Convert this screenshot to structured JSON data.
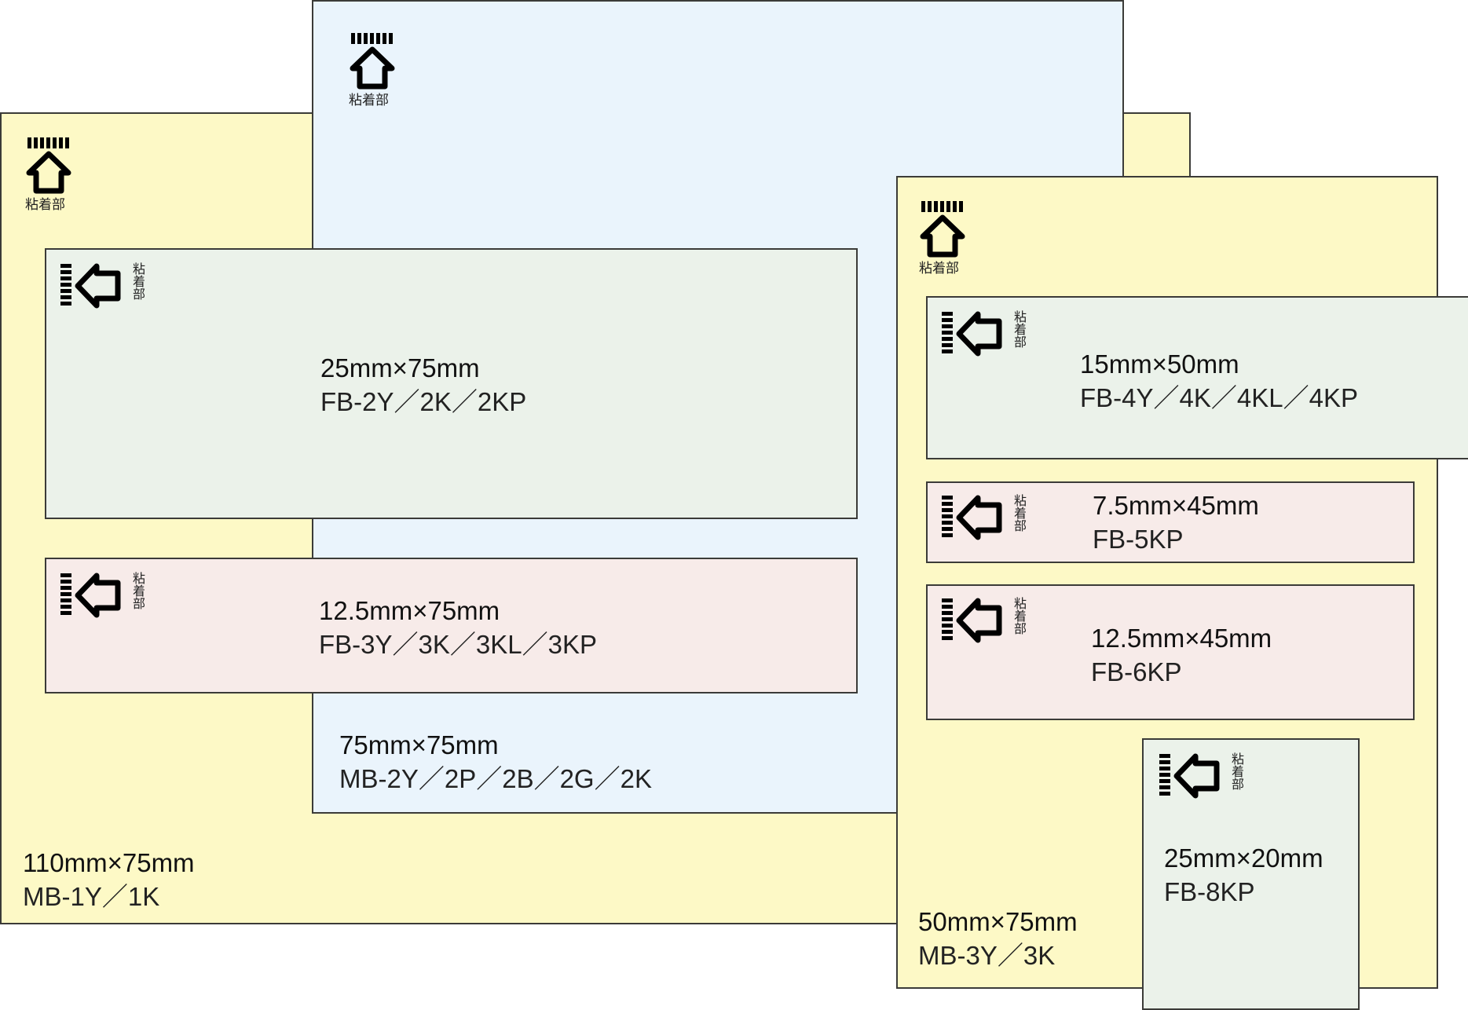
{
  "adhesive_label": "粘着部",
  "colors": {
    "yellow": "#fdf9c6",
    "blue": "#eaf4fc",
    "green": "#ebf2ea",
    "pink": "#f7ebe9",
    "border": "#3b3b38"
  },
  "notes": [
    {
      "id": "mb1",
      "size": "110mm×75mm",
      "model": "MB-1Y／1K",
      "color": "yellow",
      "adhesive_direction": "up"
    },
    {
      "id": "mb2",
      "size": "75mm×75mm",
      "model": "MB-2Y／2P／2B／2G／2K",
      "color": "blue",
      "adhesive_direction": "up"
    },
    {
      "id": "fb2",
      "size": "25mm×75mm",
      "model": "FB-2Y／2K／2KP",
      "color": "green",
      "adhesive_direction": "left"
    },
    {
      "id": "fb3",
      "size": "12.5mm×75mm",
      "model": "FB-3Y／3K／3KL／3KP",
      "color": "pink",
      "adhesive_direction": "left"
    },
    {
      "id": "mb3",
      "size": "50mm×75mm",
      "model": "MB-3Y／3K",
      "color": "yellow",
      "adhesive_direction": "up"
    },
    {
      "id": "fb4",
      "size": "15mm×50mm",
      "model": "FB-4Y／4K／4KL／4KP",
      "color": "green",
      "adhesive_direction": "left"
    },
    {
      "id": "fb5",
      "size": "7.5mm×45mm",
      "model": "FB-5KP",
      "color": "pink",
      "adhesive_direction": "left"
    },
    {
      "id": "fb6",
      "size": "12.5mm×45mm",
      "model": "FB-6KP",
      "color": "pink",
      "adhesive_direction": "left"
    },
    {
      "id": "fb8",
      "size": "25mm×20mm",
      "model": "FB-8KP",
      "color": "green",
      "adhesive_direction": "left"
    }
  ]
}
